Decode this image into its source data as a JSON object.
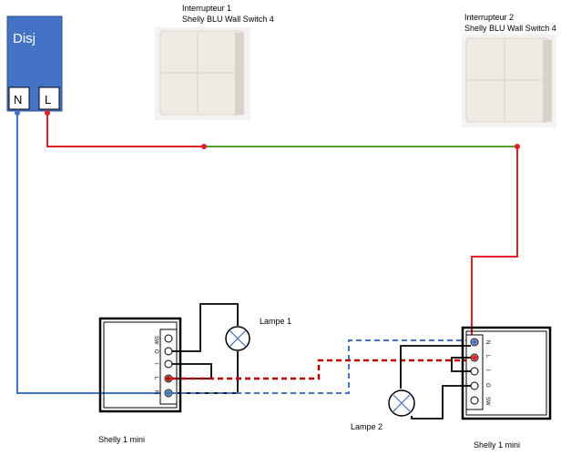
{
  "breaker": {
    "label": "Disj",
    "neutral": "N",
    "line": "L",
    "color": "#4472c4"
  },
  "switches": [
    {
      "title": "Interrupteur 1",
      "model": "Shelly BLU Wall Switch 4"
    },
    {
      "title": "Interrupteur 2",
      "model": "Shelly BLU Wall Switch 4"
    }
  ],
  "modules": [
    {
      "label": "Shelly 1 mini",
      "terminals": [
        "SW",
        "O",
        "I",
        "L",
        "N"
      ]
    },
    {
      "label": "Shelly 1 mini",
      "terminals": [
        "N",
        "L",
        "I",
        "O",
        "SW"
      ]
    }
  ],
  "lamps": [
    {
      "label": "Lampe 1"
    },
    {
      "label": "Lampe 2"
    }
  ],
  "colors": {
    "line": "#e31e24",
    "neutral": "#4472c4",
    "bus": "#5aa02c",
    "wire": "#000000"
  }
}
